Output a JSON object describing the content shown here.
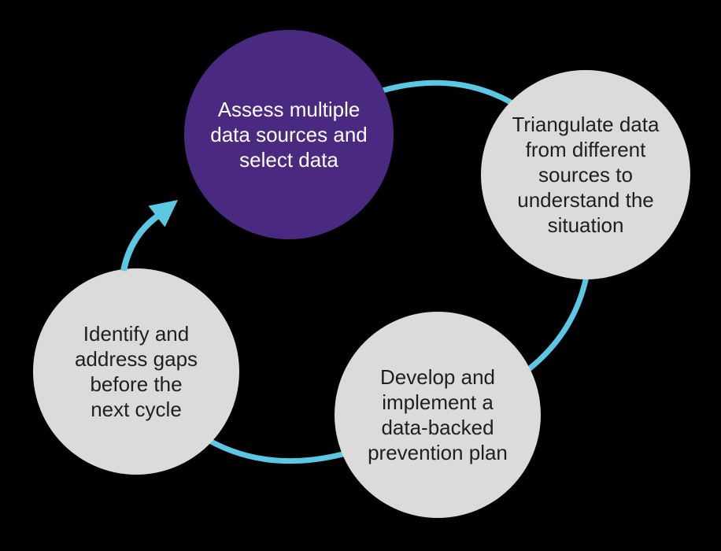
{
  "diagram": {
    "background_color": "#000000",
    "colors": {
      "accent_purple": "#4A2A80",
      "circle_gray": "#DBDBDB",
      "connector_cyan": "#5BC7E2",
      "text_dark": "#1F1F1F",
      "text_light": "#FFFFFF"
    },
    "steps": [
      {
        "id": "assess",
        "lines": [
          "Assess multiple",
          "data sources and",
          "select data"
        ]
      },
      {
        "id": "triangulate",
        "lines": [
          "Triangulate data",
          "from different",
          "sources to",
          "understand the",
          "situation"
        ]
      },
      {
        "id": "develop",
        "lines": [
          "Develop and",
          "implement a",
          "data-backed",
          "prevention plan"
        ]
      },
      {
        "id": "identify",
        "lines": [
          "Identify and",
          "address gaps",
          "before the",
          "next cycle"
        ]
      }
    ]
  }
}
